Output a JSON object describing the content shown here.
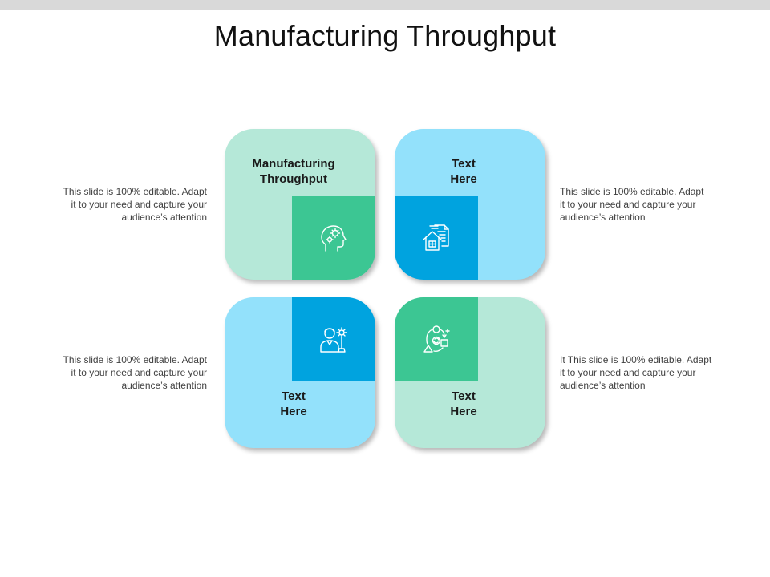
{
  "slide": {
    "title": "Manufacturing Throughput"
  },
  "colors": {
    "light_green": "#b5e8d8",
    "green": "#3cc693",
    "light_blue": "#93e1fb",
    "blue": "#00a3df",
    "icon_stroke": "#ffffff"
  },
  "tiles": [
    {
      "label_line1": "Manufacturing",
      "label_line2": "Throughput",
      "icon": "head-gears-icon"
    },
    {
      "label_line1": "Text",
      "label_line2": "Here",
      "icon": "house-document-icon"
    },
    {
      "label_line1": "Text",
      "label_line2": "Here",
      "icon": "engineer-gear-icon"
    },
    {
      "label_line1": "Text",
      "label_line2": "Here",
      "icon": "process-cycle-icon"
    }
  ],
  "descriptions": [
    {
      "line1": "This slide is 100% editable. Adapt",
      "line2": "it to your need and capture your",
      "line3": "audience’s attention"
    },
    {
      "line1": "This slide is 100% editable. Adapt",
      "line2": "it to your need and capture your",
      "line3": "audience’s attention"
    },
    {
      "line1": "This slide is 100% editable. Adapt",
      "line2": "it to your need and capture your",
      "line3": "audience’s attention"
    },
    {
      "line1": "It This slide is 100% editable. Adapt",
      "line2": "it to your need and capture your",
      "line3": "audience’s attention"
    }
  ]
}
